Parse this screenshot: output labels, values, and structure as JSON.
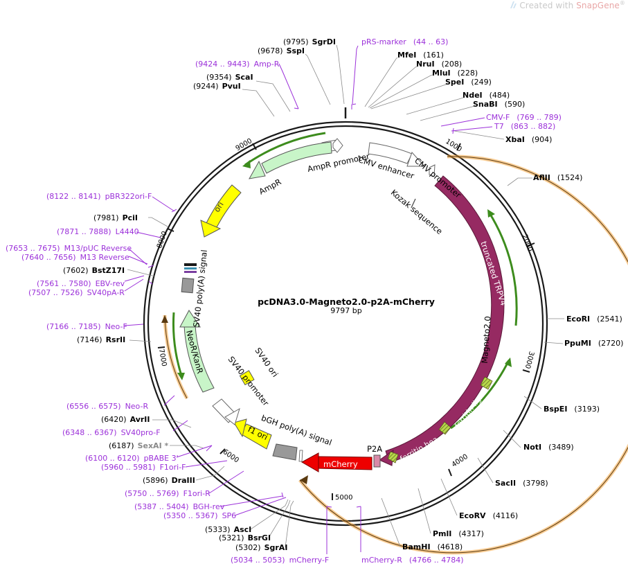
{
  "watermark": {
    "prefix": "Created with ",
    "brand": "SnapGene",
    "mark": "®"
  },
  "plasmid": {
    "name": "pcDNA3.0-Magneto2.0-p2A-mCherry",
    "size": "9797 bp"
  },
  "ticks": [
    "1000",
    "2000",
    "3000",
    "4000",
    "5000",
    "6000",
    "7000",
    "8000",
    "9000"
  ],
  "features": {
    "amp_promoter": "AmpR promoter",
    "ampr": "AmpR",
    "cmv_enhancer": "CMV enhancer",
    "cmv_promoter": "CMV promoter",
    "kozak": "Kozak sequence",
    "ori": "ori",
    "truncated_trpv4": "truncated TRPV4",
    "magneto": "Magneto2.0",
    "ferritin_light": "ferritin lig...",
    "ferritin_heavy": "ferritin hea...",
    "p2a": "P2A",
    "mcherry": "mCherry",
    "bgh_polya": "bGH poly(A) signal",
    "f1_ori": "f1 ori",
    "sv40_promoter": "SV40 promoter",
    "sv40_ori": "SV40 ori",
    "neor": "NeoR/KanR",
    "sv40_polya": "SV40 poly(A) signal"
  },
  "sites": {
    "sgrdi": {
      "name": "SgrDI",
      "pos": "(9795)"
    },
    "sspi": {
      "name": "SspI",
      "pos": "(9678)"
    },
    "amp_r": {
      "name": "Amp-R",
      "pos": "(9424 .. 9443)"
    },
    "scai": {
      "name": "ScaI",
      "pos": "(9354)"
    },
    "pvui": {
      "name": "PvuI",
      "pos": "(9244)"
    },
    "prs": {
      "name": "pRS-marker",
      "pos": "(44 .. 63)"
    },
    "mfei": {
      "name": "MfeI",
      "pos": "(161)"
    },
    "nrui": {
      "name": "NruI",
      "pos": "(208)"
    },
    "mlui": {
      "name": "MluI",
      "pos": "(228)"
    },
    "spei": {
      "name": "SpeI",
      "pos": "(249)"
    },
    "ndei": {
      "name": "NdeI",
      "pos": "(484)"
    },
    "snabi": {
      "name": "SnaBI",
      "pos": "(590)"
    },
    "cmvf": {
      "name": "CMV-F",
      "pos": "(769 .. 789)"
    },
    "t7": {
      "name": "T7",
      "pos": "(863 .. 882)"
    },
    "xbai": {
      "name": "XbaI",
      "pos": "(904)"
    },
    "aflii": {
      "name": "AflII",
      "pos": "(1524)"
    },
    "ecori": {
      "name": "EcoRI",
      "pos": "(2541)"
    },
    "ppumi": {
      "name": "PpuMI",
      "pos": "(2720)"
    },
    "bspei": {
      "name": "BspEI",
      "pos": "(3193)"
    },
    "noti": {
      "name": "NotI",
      "pos": "(3489)"
    },
    "sacii": {
      "name": "SacII",
      "pos": "(3798)"
    },
    "ecorv": {
      "name": "EcoRV",
      "pos": "(4116)"
    },
    "pmli": {
      "name": "PmlI",
      "pos": "(4317)"
    },
    "bamhi": {
      "name": "BamHI",
      "pos": "(4618)"
    },
    "mcherryr": {
      "name": "mCherry-R",
      "pos": "(4766 .. 4784)"
    },
    "mcherryf": {
      "name": "mCherry-F",
      "pos": "(5034 .. 5053)"
    },
    "sgrai": {
      "name": "SgrAI",
      "pos": "(5302)"
    },
    "bsrgi": {
      "name": "BsrGI",
      "pos": "(5321)"
    },
    "asci": {
      "name": "AscI",
      "pos": "(5333)"
    },
    "sp6": {
      "name": "SP6",
      "pos": "(5350 .. 5367)"
    },
    "bghrev": {
      "name": "BGH-rev",
      "pos": "(5387 .. 5404)"
    },
    "f1orir": {
      "name": "F1ori-R",
      "pos": "(5750 .. 5769)"
    },
    "draiii": {
      "name": "DraIII",
      "pos": "(5896)"
    },
    "f1orif": {
      "name": "F1ori-F",
      "pos": "(5960 .. 5981)"
    },
    "pbabe": {
      "name": "pBABE 3'",
      "pos": "(6100 .. 6120)"
    },
    "sexai": {
      "name": "SexAI *",
      "pos": "(6187)"
    },
    "sv40pro": {
      "name": "SV40pro-F",
      "pos": "(6348 .. 6367)"
    },
    "avrii": {
      "name": "AvrII",
      "pos": "(6420)"
    },
    "neor_p": {
      "name": "Neo-R",
      "pos": "(6556 .. 6575)"
    },
    "rsrii": {
      "name": "RsrII",
      "pos": "(7146)"
    },
    "neof": {
      "name": "Neo-F",
      "pos": "(7166 .. 7185)"
    },
    "sv40par": {
      "name": "SV40pA-R",
      "pos": "(7507 .. 7526)"
    },
    "ebvrev": {
      "name": "EBV-rev",
      "pos": "(7561 .. 7580)"
    },
    "bstz17i": {
      "name": "BstZ17I",
      "pos": "(7602)"
    },
    "m13rev": {
      "name": "M13 Reverse",
      "pos": "(7640 .. 7656)"
    },
    "m13puc": {
      "name": "M13/pUC Reverse",
      "pos": "(7653 .. 7675)"
    },
    "l4440": {
      "name": "L4440",
      "pos": "(7871 .. 7888)"
    },
    "pcii": {
      "name": "PciI",
      "pos": "(7981)"
    },
    "pbr322": {
      "name": "pBR322ori-F",
      "pos": "(8122 .. 8141)"
    }
  },
  "colors": {
    "ring": "#1a1a1a",
    "primer": "#9b30d9",
    "magneto": "#962a62",
    "orf_green": "#3d8c1d",
    "orf_orange": "#f0a038",
    "ampr_fill": "#c8f5c8",
    "ori_fill": "#ffff00",
    "mcherry_fill": "#ee0000",
    "polya_fill": "#999999"
  }
}
